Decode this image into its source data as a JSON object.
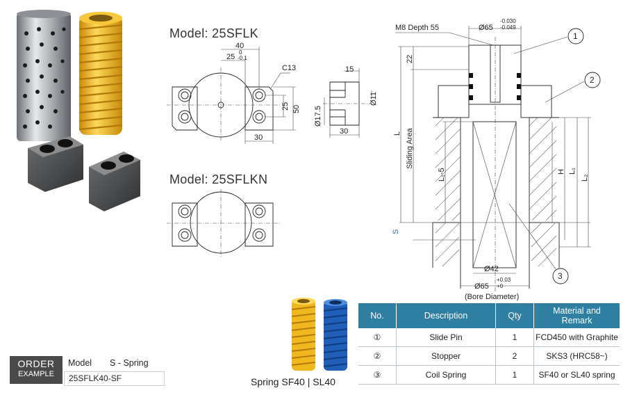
{
  "models": {
    "model_a": "Model: 25SFLK",
    "model_b": "Model: 25SFLKN"
  },
  "dims_top": {
    "d40": "40",
    "d25": "25",
    "tol_plus": "0",
    "tol_minus": "-0.1",
    "c13": "C13",
    "d25v": "25",
    "d50": "50",
    "d30": "30",
    "d15": "15",
    "d11": "Ø11",
    "d175": "Ø17.5",
    "d30b": "30"
  },
  "assembly": {
    "m8": "M8 Depth 55",
    "d65": "Ø65",
    "d65_tol_a": "-0.030",
    "d65_tol_b": "-0.049",
    "d22": "22",
    "L": "L",
    "sliding": "Sliding Area",
    "l15": "L₁-5",
    "H": "H",
    "L1": "L₁",
    "L2": "L₂",
    "S": "S",
    "d42": "Ø42",
    "d65b": "Ø65",
    "d65b_tol_a": "+0.03",
    "d65b_tol_b": "+0",
    "bore": "(Bore Diameter)",
    "callouts": [
      "1",
      "2",
      "3"
    ]
  },
  "spring_caption": {
    "word": "Spring",
    "models": "SF40 | SL40"
  },
  "order": {
    "title1": "ORDER",
    "title2": "EXAMPLE",
    "head_model": "Model",
    "head_s": "S  -  Spring",
    "example": "25SFLK40-SF"
  },
  "table": {
    "headers": [
      "No.",
      "Description",
      "Qty",
      "Material and Remark"
    ],
    "rows": [
      {
        "no": "①",
        "desc": "Slide Pin",
        "qty": "1",
        "remark": "FCD450 with Graphite"
      },
      {
        "no": "②",
        "desc": "Stopper",
        "qty": "2",
        "remark": "SKS3 (HRC58~)"
      },
      {
        "no": "③",
        "desc": "Coil Spring",
        "qty": "1",
        "remark": "SF40 or SL40 spring"
      }
    ]
  },
  "colors": {
    "header_blue": "#2f7fa3",
    "spring_yellow": "#f0b81e",
    "spring_blue": "#1f5fb8",
    "order_dark": "#4a4a4a"
  }
}
